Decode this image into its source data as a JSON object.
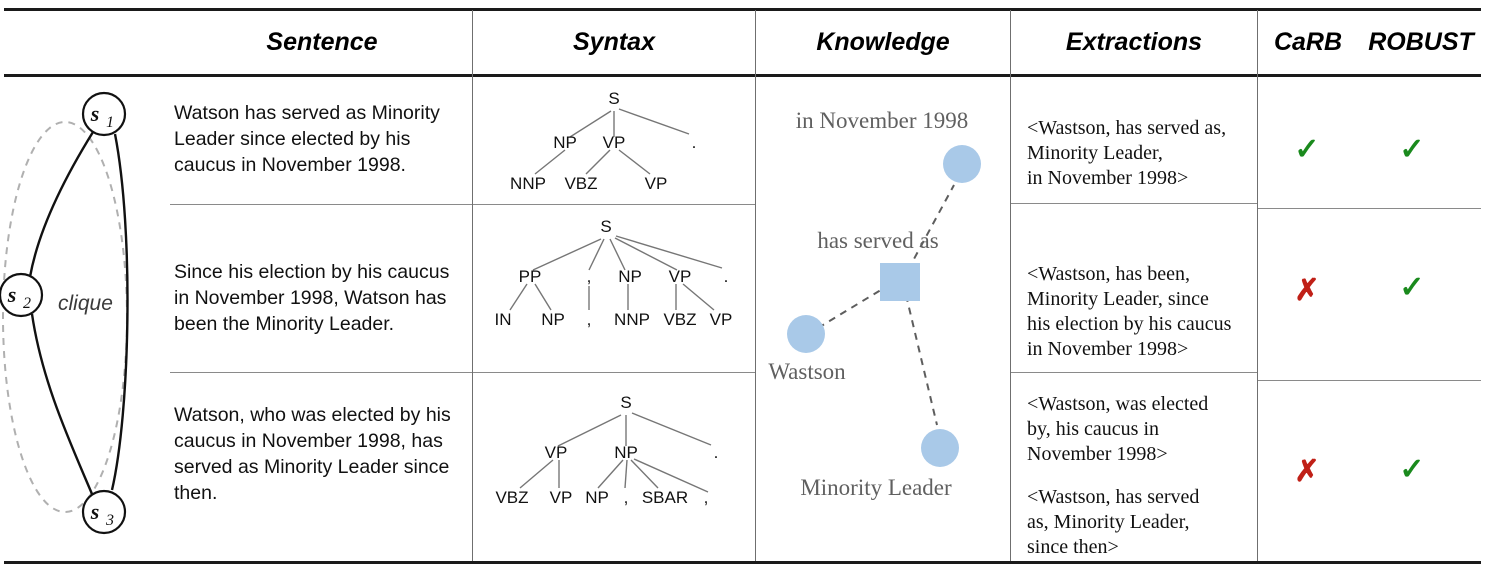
{
  "table": {
    "headers": [
      {
        "key": "sentence",
        "label": "Sentence"
      },
      {
        "key": "syntax",
        "label": "Syntax"
      },
      {
        "key": "knowledge",
        "label": "Knowledge"
      },
      {
        "key": "extractions",
        "label": "Extractions"
      },
      {
        "key": "carb",
        "label": "CaRB"
      },
      {
        "key": "robust",
        "label": "ROBUST"
      }
    ],
    "rows": [
      {
        "sentence_lines": [
          "Watson has served as Minority",
          "Leader since elected by his",
          "caucus in November 1998."
        ],
        "extraction_blocks": [
          [
            "<Wastson, has served as,",
            "Minority Leader,",
            "in November 1998>"
          ]
        ],
        "carb": "✓",
        "robust": "✓",
        "carb_state": "correct",
        "robust_state": "correct"
      },
      {
        "sentence_lines": [
          "Since his election by his caucus",
          "in November 1998, Watson has",
          "been the Minority Leader."
        ],
        "extraction_blocks": [
          [
            "<Wastson, has been,",
            "Minority Leader, since",
            "his election by his caucus",
            "in November 1998>"
          ]
        ],
        "carb": "✗",
        "robust": "✓",
        "carb_state": "incorrect",
        "robust_state": "correct"
      },
      {
        "sentence_lines": [
          "Watson, who was elected by his",
          "caucus in November 1998, has",
          "served as Minority Leader since",
          "then."
        ],
        "extraction_blocks": [
          [
            "<Wastson, was elected",
            "by, his caucus in",
            "November 1998>"
          ],
          [
            "<Wastson, has served",
            "as,  Minority Leader,",
            "since then>"
          ]
        ],
        "carb": "✗",
        "robust": "✓",
        "carb_state": "incorrect",
        "robust_state": "correct"
      }
    ]
  },
  "clique": {
    "caption": "clique",
    "nodes": [
      {
        "id": "s1",
        "base": "s",
        "sub": "1"
      },
      {
        "id": "s2",
        "base": "s",
        "sub": "2"
      },
      {
        "id": "s3",
        "base": "s",
        "sub": "3"
      }
    ]
  },
  "syntax_trees": [
    {
      "root": "S",
      "level1": [
        "NP",
        "VP",
        "."
      ],
      "level2": [
        "NNP",
        "VBZ",
        "VP"
      ]
    },
    {
      "root": "S",
      "level1": [
        "PP",
        ",",
        "NP",
        "VP",
        "."
      ],
      "level2": [
        "IN",
        "NP",
        ",",
        "NNP",
        "VBZ",
        "VP"
      ]
    },
    {
      "root": "S",
      "level1": [
        "VP",
        "NP",
        "."
      ],
      "level2": [
        "VBZ",
        "VP",
        "NP",
        ",",
        "SBAR",
        ","
      ]
    }
  ],
  "knowledge_graph": {
    "labels": {
      "time": "in November 1998",
      "relation": "has served as",
      "subject": "Wastson",
      "object": "Minority Leader"
    },
    "node_shapes": {
      "time": "circle",
      "relation": "square",
      "subject": "circle",
      "object": "circle"
    }
  },
  "colors": {
    "node_blue": "#a9c9e8",
    "edge_gray": "#5d5d5d",
    "label_gray": "#606060",
    "check_green": "#1a8a1d",
    "cross_red": "#c02017",
    "rule_black": "#1a1a1a",
    "rule_gray": "#8a8a8a"
  }
}
